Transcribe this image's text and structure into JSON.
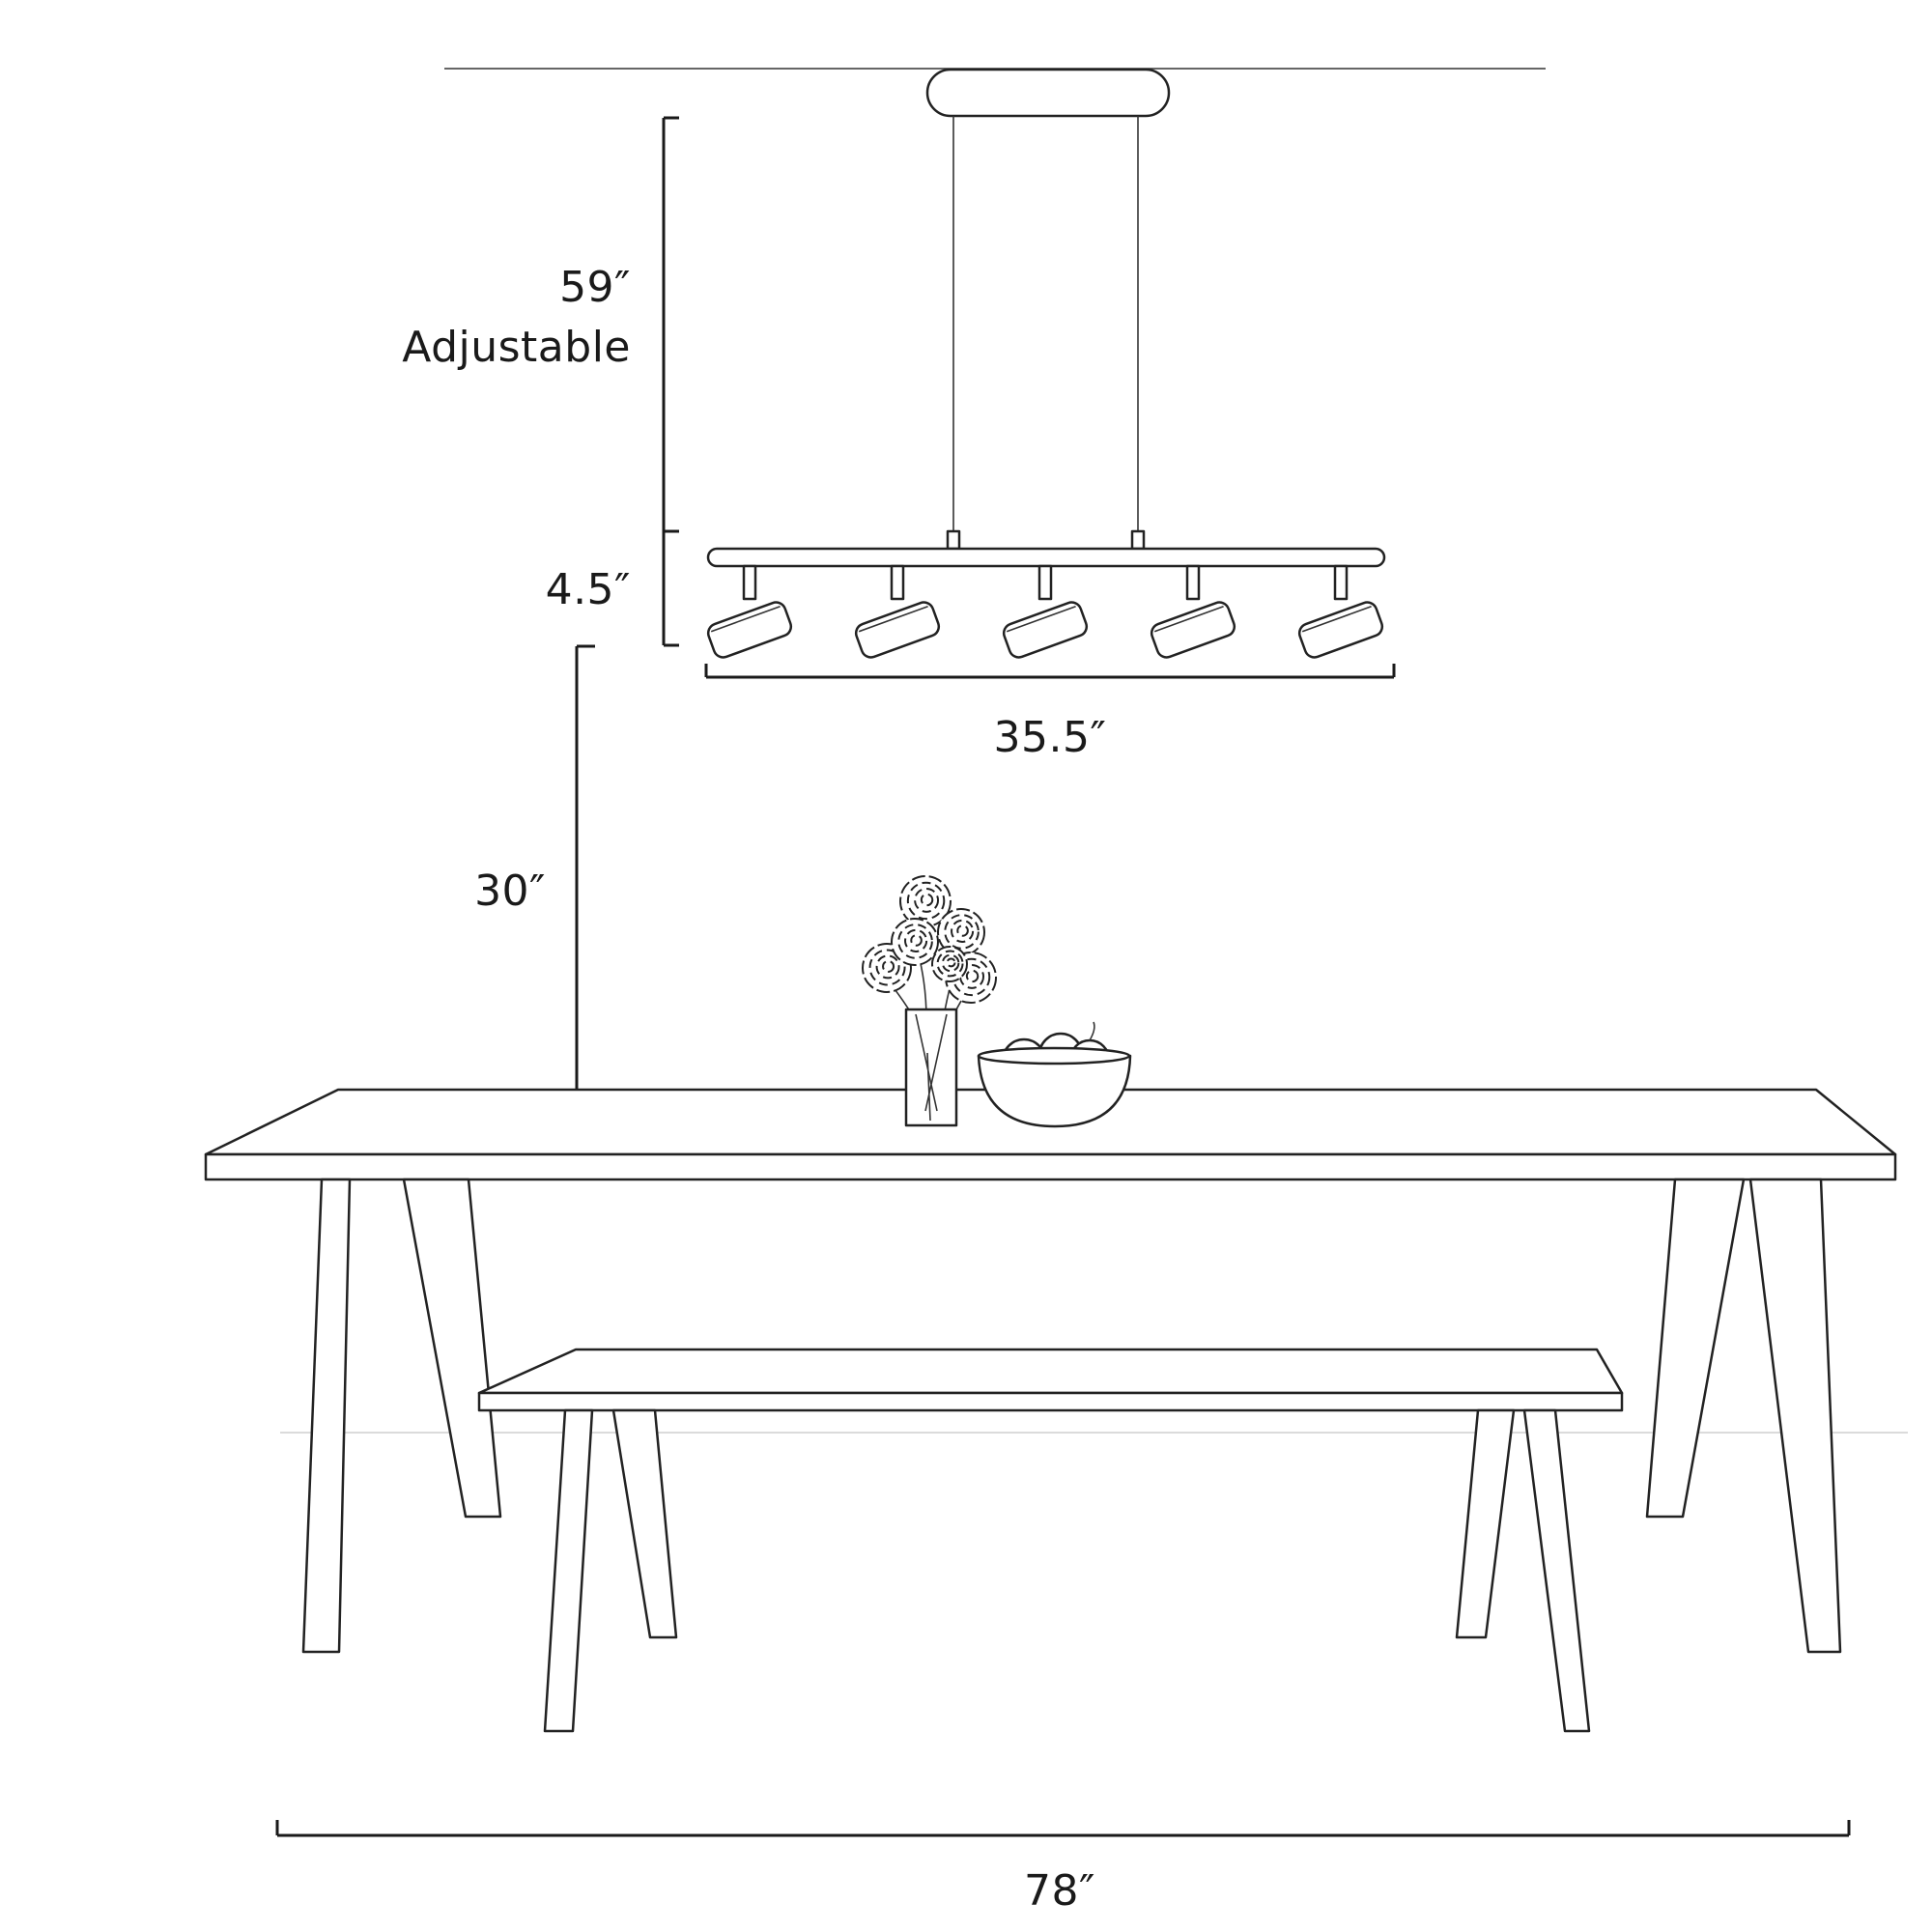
{
  "dimensions": {
    "canopy_drop": "59″",
    "canopy_drop_note": "Adjustable",
    "fixture_height": "4.5″",
    "fixture_length": "35.5″",
    "table_clearance": "30″",
    "table_length": "78″"
  },
  "fixture": {
    "spotlight_count": 5
  },
  "colors": {
    "line": "#222222",
    "background": "#ffffff"
  }
}
